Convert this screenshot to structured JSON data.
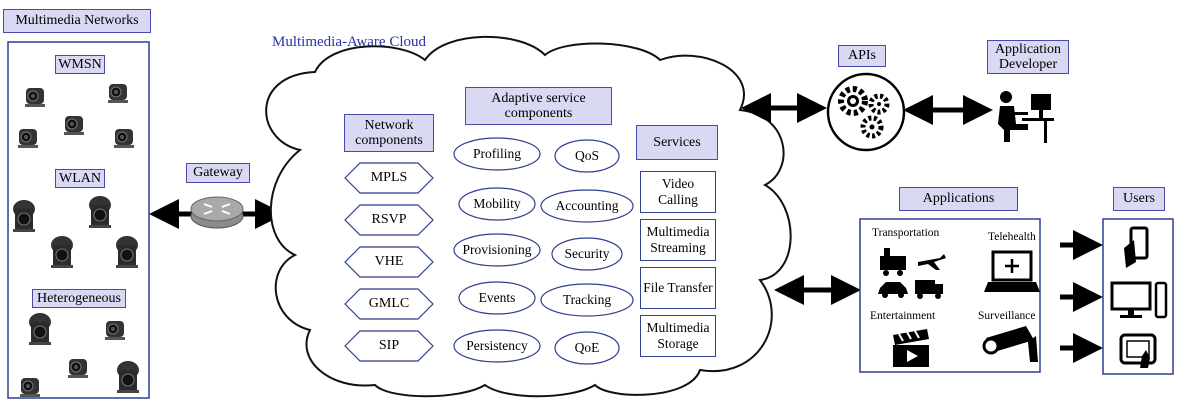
{
  "networks": {
    "title": "Multimedia Networks",
    "wmsn": "WMSN",
    "wlan": "WLAN",
    "heterogeneous": "Heterogeneous"
  },
  "gateway": "Gateway",
  "cloud": {
    "title": "Multimedia-Aware Cloud",
    "network_components_title": "Network components",
    "network_components": [
      "MPLS",
      "RSVP",
      "VHE",
      "GMLC",
      "SIP"
    ],
    "adaptive_title": "Adaptive service components",
    "adaptive_left": [
      "Profiling",
      "Mobility",
      "Provisioning",
      "Events",
      "Persistency"
    ],
    "adaptive_right": [
      "QoS",
      "Accounting",
      "Security",
      "Tracking",
      "QoE"
    ],
    "services_title": "Services",
    "services": [
      "Video Calling",
      "Multimedia Streaming",
      "File Transfer",
      "Multimedia Storage"
    ]
  },
  "apis": "APIs",
  "developer": "Application Developer",
  "applications": {
    "title": "Applications",
    "transportation": "Transportation",
    "telehealth": "Telehealth",
    "entertainment": "Entertainment",
    "surveillance": "Surveillance"
  },
  "users": "Users",
  "colors": {
    "label_fill": "#d9d9f3",
    "border": "#2f3f8f",
    "cloud_title": "#2233aa"
  }
}
